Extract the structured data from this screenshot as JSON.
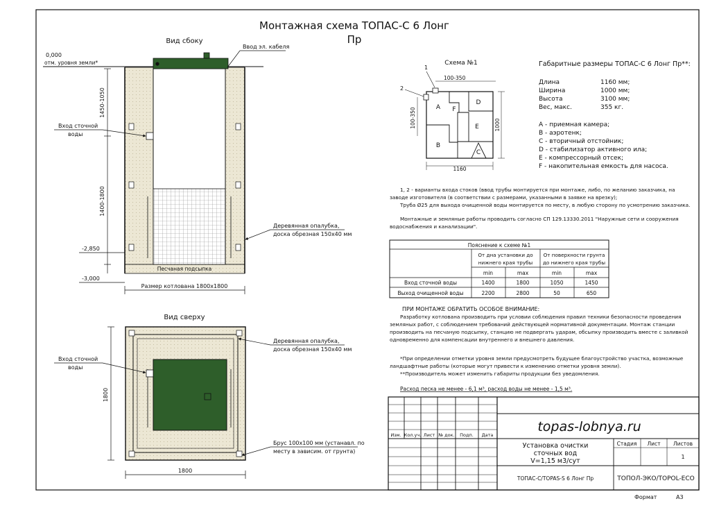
{
  "title": {
    "line1": "Монтажная схема ТОПАС-С 6 Лонг",
    "line2": "Пр"
  },
  "side_view": {
    "title": "Вид сбоку",
    "zero_level": "0,000",
    "ground_level": "отм. уровня земли*",
    "cable_entry": "Ввод эл. кабеля",
    "inlet_line1": "Вход сточной",
    "inlet_line2": "воды",
    "dim_upper": "1450-1050",
    "dim_lower": "1400-1800",
    "level_2850": "-2,850",
    "level_3000": "-3,000",
    "formwork_line1": "Деревянная опалубка,",
    "formwork_line2": "доска обрезная 150х40 мм",
    "sand": "Песчаная подсыпка",
    "pit_size": "Размер котлована 1800х1800"
  },
  "top_view": {
    "title": "Вид сверху",
    "formwork_line1": "Деревянная опалубка,",
    "formwork_line2": "доска обрезная 150х40 мм",
    "inlet_line1": "Вход сточной",
    "inlet_line2": "воды",
    "beam_line1": "Брус 100х100 мм (устанавл. по",
    "beam_line2": "месту в зависим. от грунта)",
    "dim_vertical": "1800",
    "dim_horizontal": "1800"
  },
  "scheme1": {
    "title": "Схема №1",
    "label_1": "1",
    "label_2": "2",
    "dim_top": "100-350",
    "dim_left": "100-350",
    "dim_height": "1000",
    "dim_width": "1160",
    "zone_a": "A",
    "zone_b": "B",
    "zone_c": "C",
    "zone_d": "D",
    "zone_e": "E",
    "zone_f": "F"
  },
  "dimensions": {
    "title": "Габаритные размеры ТОПАС-С 6 Лонг Пр**:",
    "rows": [
      {
        "label": "Длина",
        "value": "1160 мм;"
      },
      {
        "label": "Ширина",
        "value": "1000 мм;"
      },
      {
        "label": "Высота",
        "value": "3100 мм;"
      },
      {
        "label": "Вес, макс.",
        "value": "355 кг."
      }
    ]
  },
  "legend": [
    "A - приемная камера;",
    "B - аэротенк;",
    "C - вторичный отстойник;",
    "D - стабилизатор активного ила;",
    "E - компрессорный отсек;",
    "F - накопительная емкость для насоса."
  ],
  "notes": {
    "n1_line1": "1, 2 - варианты входа  стоков (ввод трубы монтируется при монтаже, либо, по желанию заказчика, на",
    "n1_line2": "заводе изготовителя (в соответствии с размерами, указанными в заявке на врезку);",
    "n1_line3": "Труба Ø25 для выхода очищенной воды монтируется по месту, в любую сторону по усмотрению заказчика.",
    "n2_line1": "Монтажные и земляные работы проводить согласно СП 129.13330.2011 \"Наружные сети и сооружения",
    "n2_line2": "водоснабжения и канализации\"."
  },
  "table": {
    "caption": "Пояснение к схеме №1",
    "group1_line1": "От дна установки до",
    "group1_line2": "нижнего края трубы",
    "group2_line1": "От поверхности грунта",
    "group2_line2": "до нижнего края трубы",
    "sub_headers": [
      "min",
      "max",
      "min",
      "max"
    ],
    "rows": [
      {
        "label": "Вход сточной воды",
        "values": [
          "1400",
          "1800",
          "1050",
          "1450"
        ]
      },
      {
        "label": "Выход очищенной воды",
        "values": [
          "2200",
          "2800",
          "50",
          "650"
        ]
      }
    ]
  },
  "attention": {
    "title": "ПРИ МОНТАЖЕ ОБРАТИТЬ ОСОБОЕ ВНИМАНИЕ:",
    "lines": [
      "Разработку котлована производить при условии соблюдения правил техники безопасности проведения",
      "земляных работ, с соблюдением требований действующей нормативной документации. Монтаж станции",
      "производить на песчаную подсыпку, станцию не подвергать ударам, обсыпку производить вместе с заливкой",
      "одновременно для компенсации внутреннего и внешнего давления."
    ]
  },
  "footnotes": {
    "f1_line1": "*При определении отметки уровня земли предусмотреть будущее благоустройство участка, возможные",
    "f1_line2": "ландшафтные работы (которые могут привести к изменению отметки уровня земли).",
    "f2": "**Производитель может изменить габариты продукции без уведомления.",
    "consumption": "Расход песка не менее - 6,1 м³, расход воды не менее - 1,5 м³."
  },
  "stamp": {
    "site": "topas-lobnya.ru",
    "columns": [
      "Изм.",
      "Кол.уч.",
      "Лист",
      "№ док.",
      "Подп.",
      "Дата"
    ],
    "name_line1": "Установка очистки",
    "name_line2": "сточных вод",
    "name_line3": "V=1,15 м3/сут",
    "stage": "Стадия",
    "sheet": "Лист",
    "sheets": "Листов",
    "sheets_value": "1",
    "product": "ТОПАС-С/TOPAS-S 6 Лонг Пр",
    "company": "ТОПОЛ-ЭКО/TOPOL-ECO",
    "format_label": "Формат",
    "format_value": "А3"
  },
  "colors": {
    "tank_green": "#2e5e2a",
    "sand_fill": "#ece7d4",
    "line": "#111111"
  }
}
